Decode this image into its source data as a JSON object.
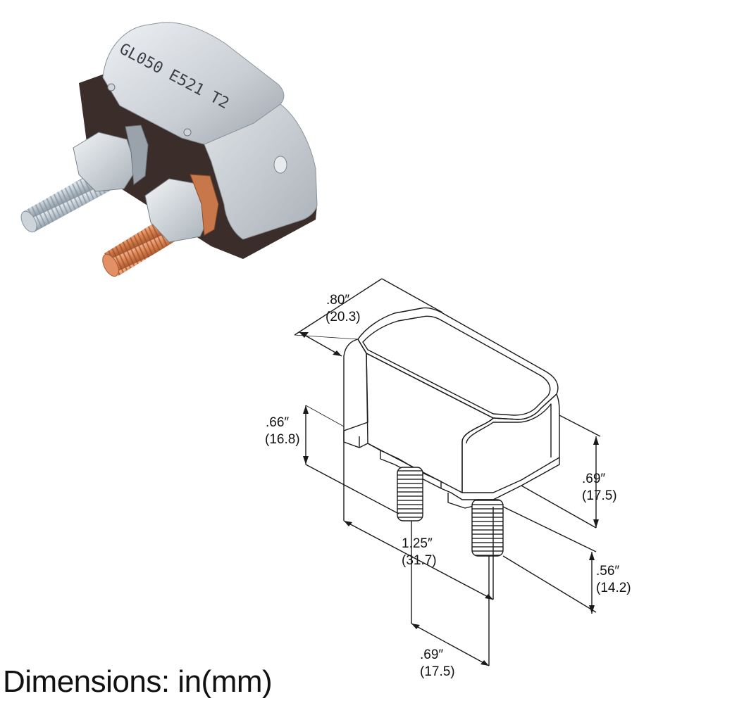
{
  "photo": {
    "marking": "GL050 E521 T2"
  },
  "dimensions": {
    "width": {
      "inch": ".80″",
      "mm": "(20.3)"
    },
    "base_height": {
      "inch": ".66″",
      "mm": "(16.8)"
    },
    "side_height": {
      "inch": ".69″",
      "mm": "(17.5)"
    },
    "length": {
      "inch": "1.25″",
      "mm": "(31.7)"
    },
    "stud_length": {
      "inch": ".56″",
      "mm": "(14.2)"
    },
    "stud_spacing": {
      "inch": ".69″",
      "mm": "(17.5)"
    }
  },
  "footer": {
    "label": "Dimensions: in(mm)"
  },
  "colors": {
    "steel": "#c9ced4",
    "base": "#3b2e2a",
    "zinc_stud": "#b9c4cc",
    "copper_stud": "#d9804f",
    "line": "#1a1a1a"
  }
}
